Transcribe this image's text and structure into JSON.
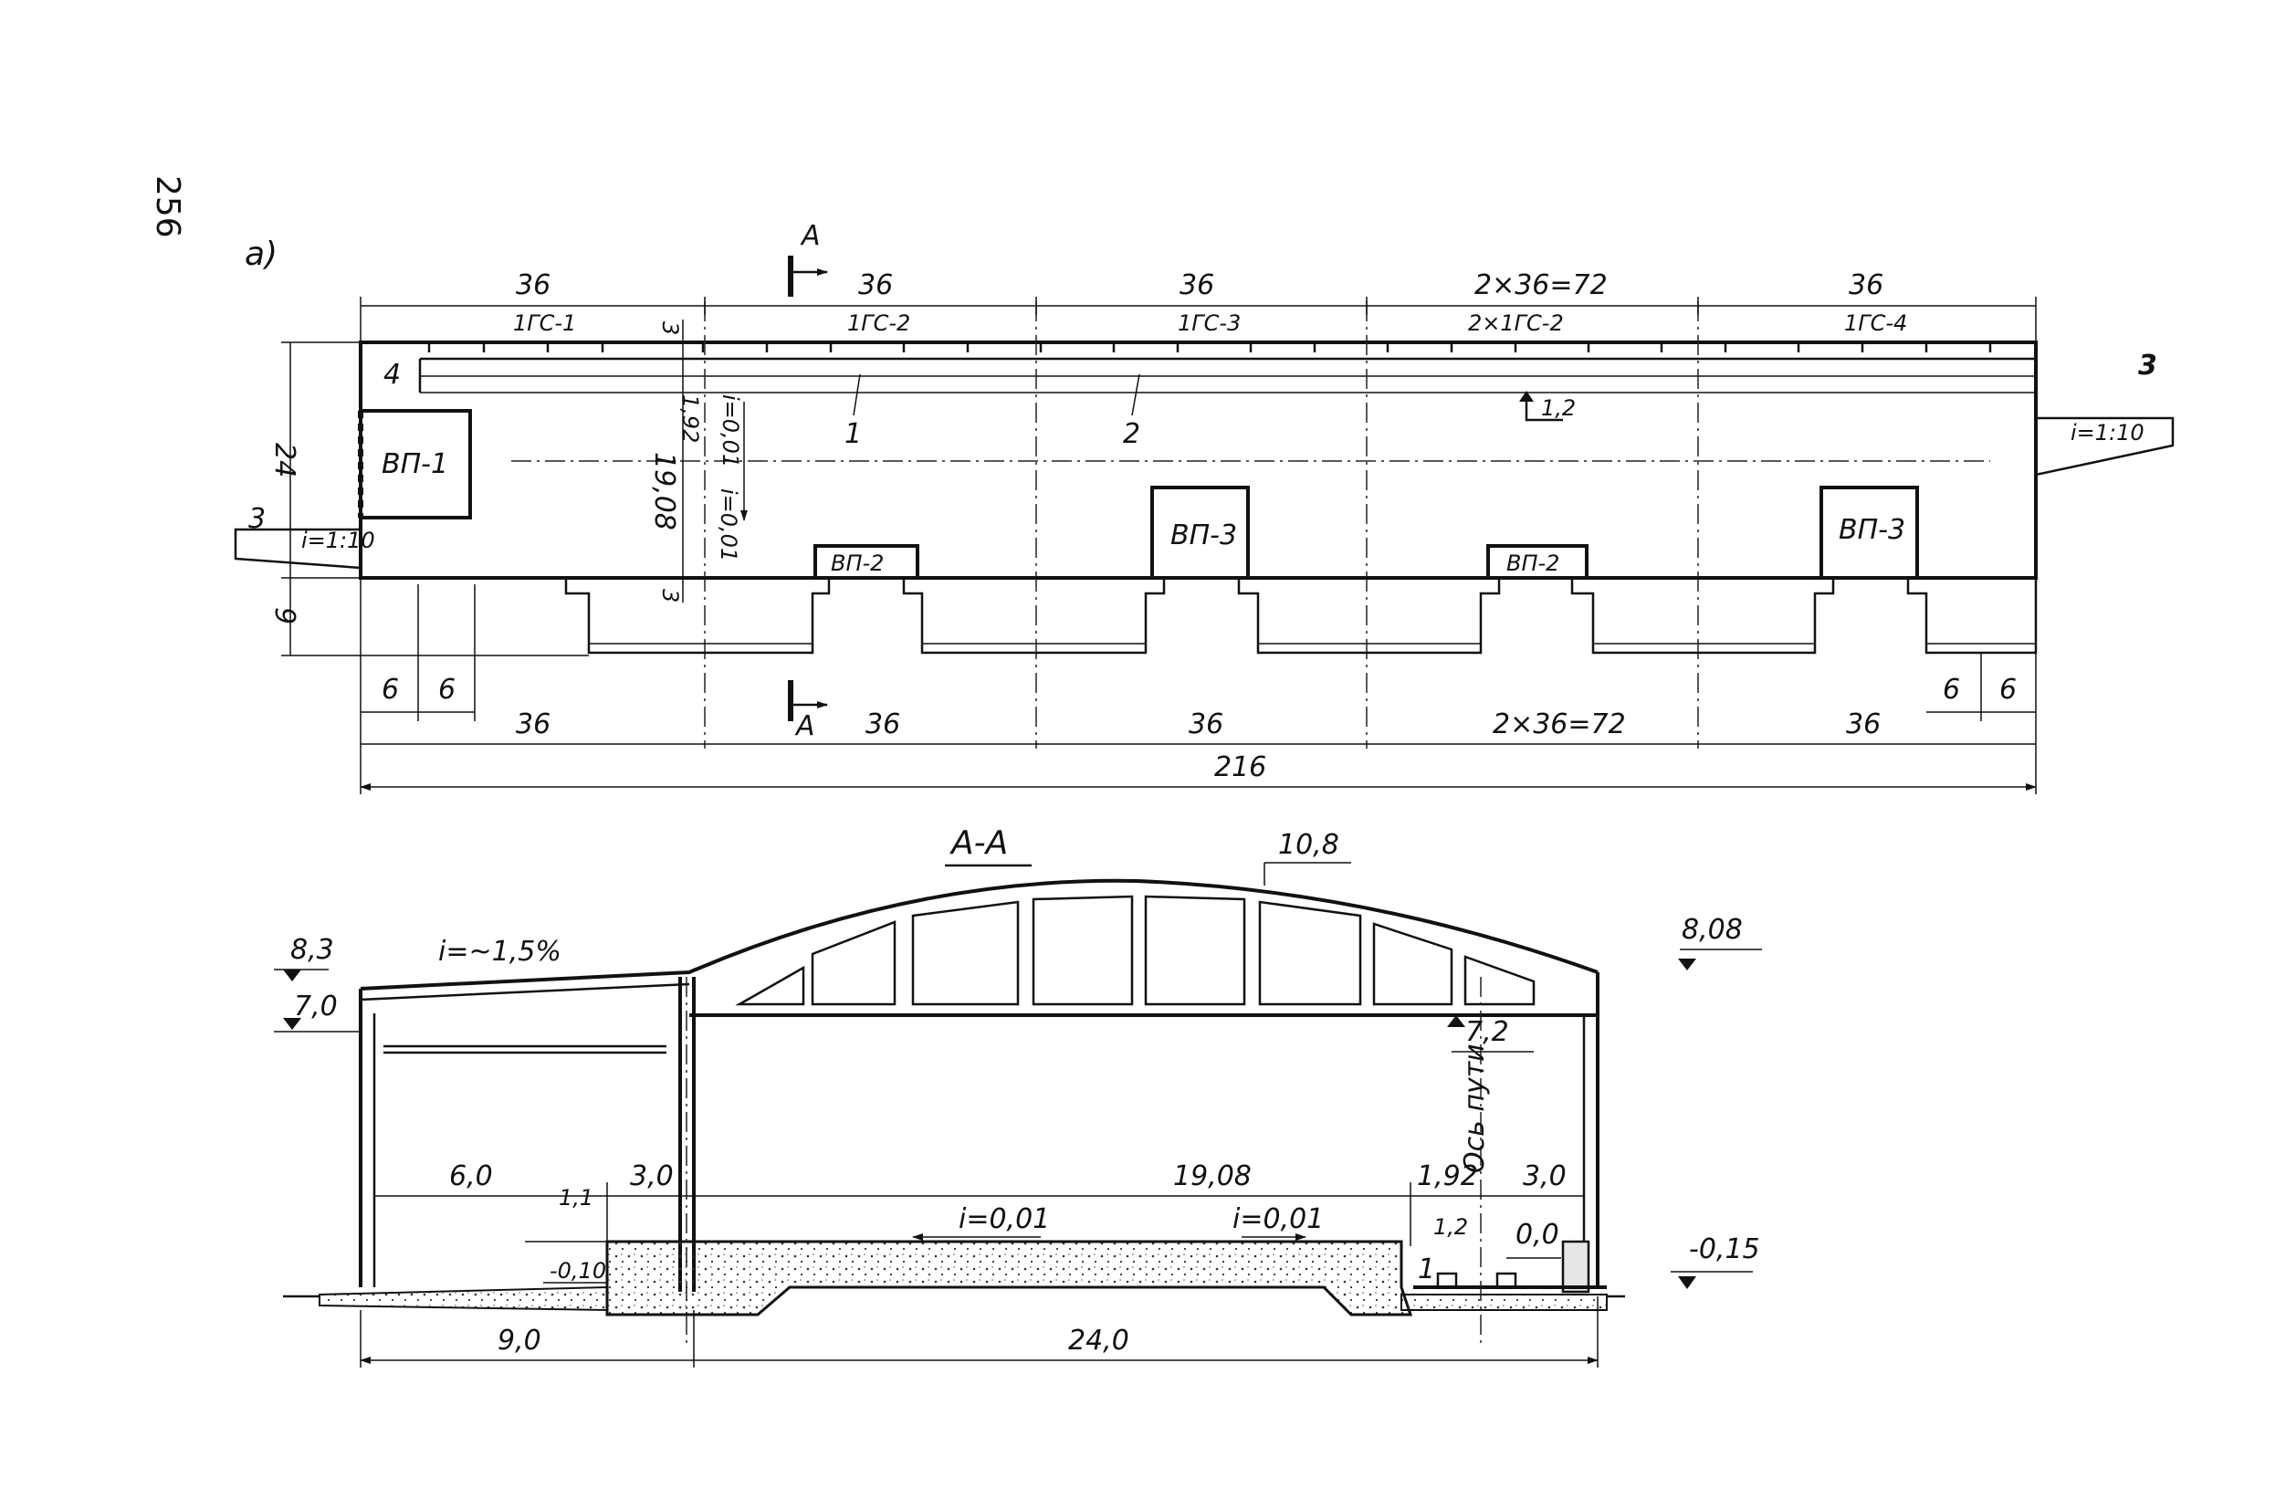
{
  "page_number": "256",
  "figure_label": "а)",
  "plan": {
    "section_mark": "А",
    "top_dims": [
      "36",
      "36",
      "36",
      "2×36=72",
      "36"
    ],
    "top_spans": [
      "1ГС-1",
      "1ГС-2",
      "1ГС-3",
      "2×1ГС-2",
      "1ГС-4"
    ],
    "left_dims": [
      "24",
      "9"
    ],
    "inner_dims": [
      "3",
      "1,92",
      "19,08",
      "3"
    ],
    "slope_labels": [
      "i=0,01",
      "i=0,01"
    ],
    "mark_1_2": "1,2",
    "callouts": [
      "1",
      "2",
      "3",
      "3",
      "4"
    ],
    "ramp_slope": "i=1:10",
    "gates": [
      "ВП-1",
      "ВП-2",
      "ВП-3",
      "ВП-2",
      "ВП-3"
    ],
    "bottom_small_dims": [
      "6",
      "6",
      "6",
      "6"
    ],
    "bottom_dims": [
      "36",
      "36",
      "36",
      "2×36=72",
      "36"
    ],
    "total": "216"
  },
  "section": {
    "title": "А-А",
    "top_mark": "10,8",
    "left_marks": [
      "8,3",
      "7,0"
    ],
    "roof_slope": "i=~1,5%",
    "right_mark": "8,08",
    "truss_mark": "7,2",
    "track_axis": "Ось пути",
    "inner_dims": [
      "6,0",
      "3,0",
      "19,08",
      "1,92",
      "3,0"
    ],
    "floor_slopes": [
      "i=0,01",
      "i=0,01"
    ],
    "platform_marks": [
      "1,1",
      "-0,10",
      "1,2",
      "0,0",
      "-0,15"
    ],
    "rail_callout": "1",
    "bottom_dims": [
      "9,0",
      "24,0"
    ]
  },
  "colors": {
    "ink": "#111111",
    "paper": "#ffffff"
  }
}
